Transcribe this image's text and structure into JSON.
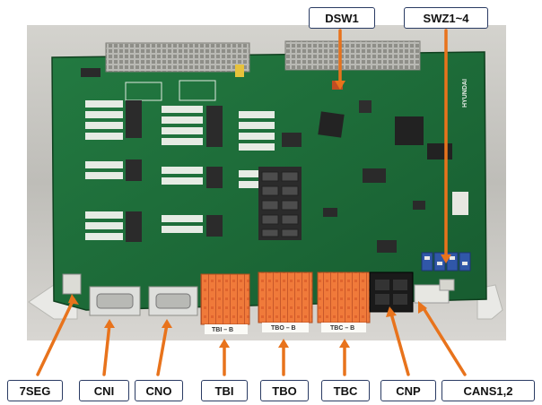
{
  "callouts": {
    "dsw1": "DSW1",
    "swz": "SWZ1~4",
    "seg7": "7SEG",
    "cni": "CNI",
    "cno": "CNO",
    "tbi": "TBI",
    "tbo": "TBO",
    "tbc": "TBC",
    "cnp": "CNP",
    "cans": "CANS1,2"
  },
  "board_labels": {
    "tbi": "TBI – B",
    "tbo": "TBO – B",
    "tbc": "TBC – B",
    "brand": "HYUNDAI"
  },
  "colors": {
    "pcb": "#1f6f3a",
    "pcb_dark": "#165a2e",
    "terminal": "#f07a3a",
    "leader": "#e8731c",
    "callout_border": "#2a3b63"
  }
}
